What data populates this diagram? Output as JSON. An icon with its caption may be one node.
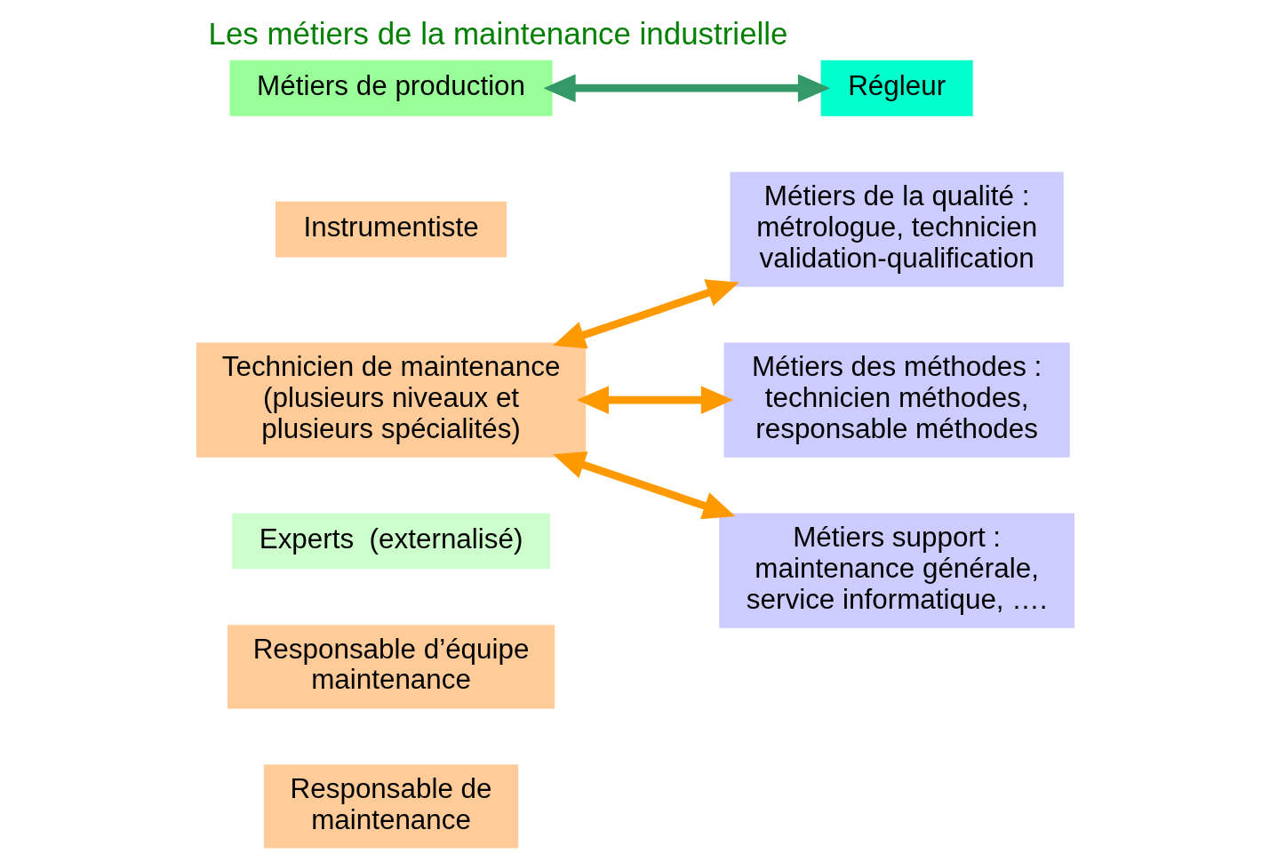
{
  "diagram": {
    "title": "Les métiers de la maintenance industrielle",
    "nodes": [
      {
        "text": [
          "Responsable de maintenance"
        ]
      },
      {
        "text": [
          "Responsable d’équipe maintenance"
        ]
      },
      {
        "text": [
          "Experts  (externalisé)"
        ]
      },
      {
        "text": [
          "Métiers de la qualité : métrologue, technicien validation-qualification"
        ]
      },
      {
        "text": [
          "Instrumentiste"
        ]
      },
      {
        "text": [
          "Technicien de maintenance (plusieurs niveaux et plusieurs spécialités)"
        ]
      },
      {
        "text": [
          "Métiers des méthodes : technicien méthodes, responsable méthodes"
        ]
      },
      {
        "text": [
          "Métiers support : maintenance générale, service informatique, …."
        ]
      },
      {
        "text": [
          "Métiers de production"
        ]
      },
      {
        "text": [
          "Régleur"
        ]
      }
    ],
    "edges": [
      {
        "from": 5,
        "to": 3,
        "arrow": "both"
      },
      {
        "from": 5,
        "to": 6,
        "arrow": "both"
      },
      {
        "from": 5,
        "to": 7,
        "arrow": "both"
      },
      {
        "from": 8,
        "to": 9,
        "arrow": "both",
        "color": "#339966"
      }
    ]
  }
}
